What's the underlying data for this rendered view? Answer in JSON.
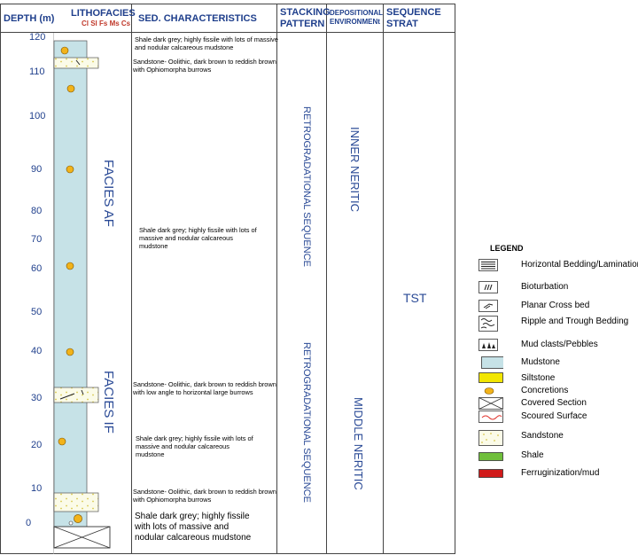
{
  "headers": {
    "depth": "DEPTH (m)",
    "lithofacies": "LITHOFACIES",
    "grain_scale": "Cl Sl Fs Ms Cs",
    "sed": "SED. CHARACTERISTICS",
    "stacking_line1": "STACKING",
    "stacking_line2": "PATTERN",
    "depositional_line1": "DEPOSITIONAL",
    "depositional_line2": "ENVIRONMENt",
    "sequence_line1": "SEQUENCE",
    "sequence_line2": "STRAT"
  },
  "depth_ticks": [
    "120",
    "110",
    "100",
    "90",
    "80",
    "70",
    "60",
    "50",
    "40",
    "30",
    "20",
    "10",
    "0"
  ],
  "facies": {
    "upper": "FACIES AF",
    "lower": "FACIES IF"
  },
  "descriptions": {
    "d1": [
      "Shale dark grey; highly fissile with lots of massive",
      "and nodular calcareous mudstone"
    ],
    "d2": [
      "Sandstone- Oolithic, dark brown to reddish brown",
      "with Ophiomorpha burrows"
    ],
    "d3": [
      "Shale dark grey; highly fissile with lots of",
      "massive and nodular calcareous",
      "mudstone"
    ],
    "d4": [
      "Sandstone- Oolithic, dark brown to reddish brown",
      "with low angle to horizontal  large burrows"
    ],
    "d5": [
      "Shale dark grey; highly fissile with lots of",
      "massive and nodular calcareous",
      "mudstone"
    ],
    "d6": [
      "Sandstone- Oolithic, dark brown to reddish brown",
      "with Ophiomorpha burrows"
    ],
    "d7": [
      "Shale dark grey; highly fissile",
      "with lots of massive and",
      "nodular calcareous mudstone"
    ]
  },
  "stacking": {
    "upper": "RETROGRADATIONAL SEQUENCE",
    "lower": "RETROGRADATIONAL SEQUENCE"
  },
  "environment": {
    "upper": "INNER NERITIC",
    "lower": "MIDDLE NERITIC"
  },
  "sequence": "TST",
  "legend": {
    "title": "LEGEND",
    "items": [
      {
        "key": "horizontal-bedding",
        "label": "Horizontal Bedding/Lamination"
      },
      {
        "key": "bioturbation",
        "label": "Bioturbation"
      },
      {
        "key": "planar-cross-bed",
        "label": "Planar Cross bed"
      },
      {
        "key": "ripple-trough",
        "label": "Ripple and Trough Bedding"
      },
      {
        "key": "mud-clasts",
        "label": "Mud clasts/Pebbles"
      },
      {
        "key": "mudstone",
        "label": "Mudstone"
      },
      {
        "key": "siltstone",
        "label": "Siltstone"
      },
      {
        "key": "concretions",
        "label": "Concretions"
      },
      {
        "key": "covered-section",
        "label": "Covered Section"
      },
      {
        "key": "scoured-surface",
        "label": "Scoured Surface"
      },
      {
        "key": "sandstone",
        "label": "Sandstone"
      },
      {
        "key": "shale",
        "label": "Shale"
      },
      {
        "key": "ferruginization",
        "label": "Ferruginization/mud"
      }
    ]
  },
  "colors": {
    "mudstone": "#c6e2e7",
    "sandstone": "#fbfbe8",
    "sand_dot": "#d8c64a",
    "concretion": "#f2b31a",
    "siltstone": "#f2e600",
    "shale": "#6fbf3b",
    "ferruginization": "#d11a1a",
    "scour": "#e0302a",
    "text_blue": "#1f3f8c"
  }
}
